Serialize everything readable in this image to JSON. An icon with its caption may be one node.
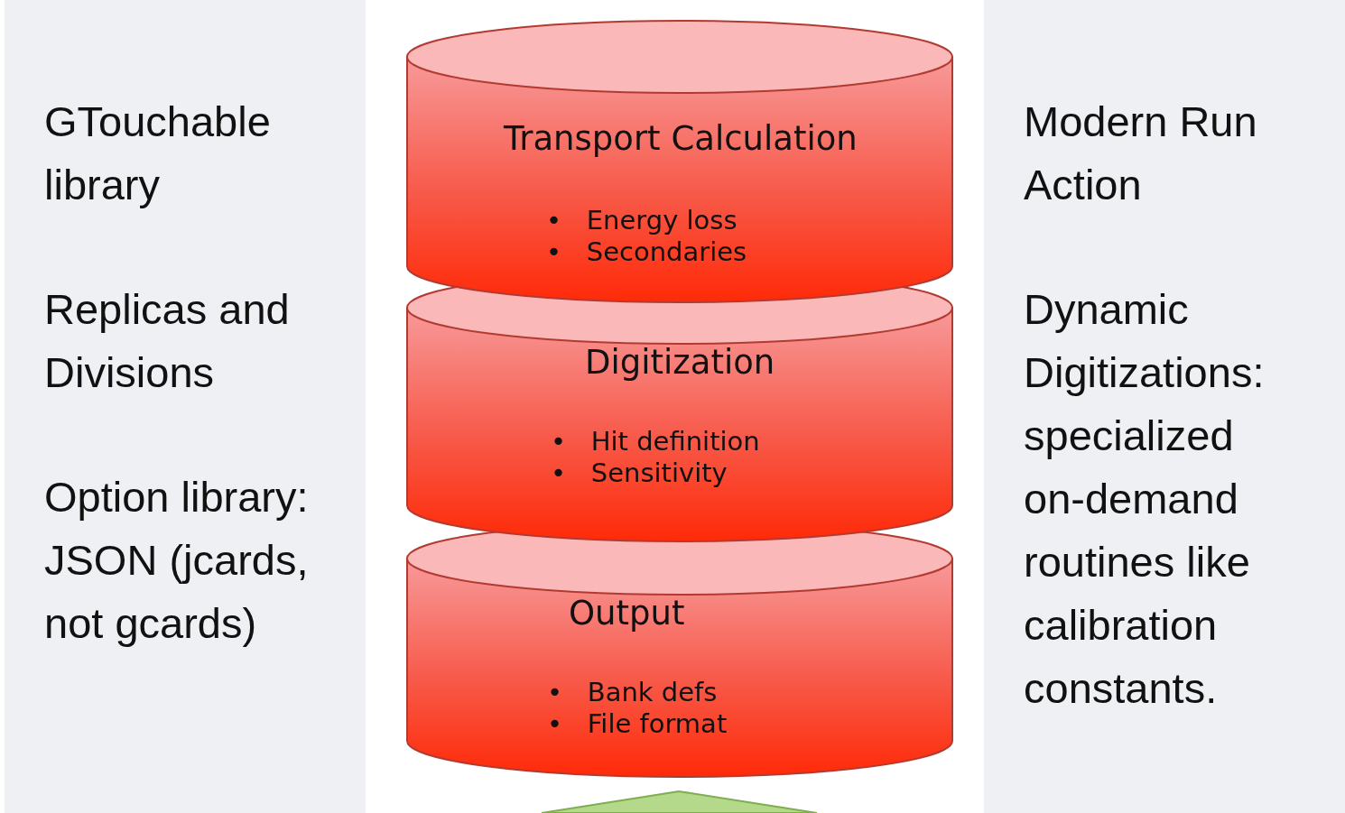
{
  "diagram": {
    "nodes": [
      {
        "text": [
          "GTouchable library",
          "Replicas and Divisions",
          "Option library: JSON (jcards, not gcards)"
        ]
      },
      {
        "text": [
          "Transport Calculation",
          "•   Energy loss",
          "•   Secondaries"
        ]
      },
      {
        "text": [
          "Digitization",
          "•   Hit definition",
          "•   Sensitivity"
        ]
      },
      {
        "text": [
          "Output",
          "•   Bank defs",
          "•   File format"
        ]
      },
      {
        "text": [
          "Modern Run Action",
          "Dynamic Digitizations: specialized on-demand routines like calibration constants."
        ]
      },
      {
        "text": [],
        "shape": "triangle"
      }
    ],
    "edges": []
  }
}
